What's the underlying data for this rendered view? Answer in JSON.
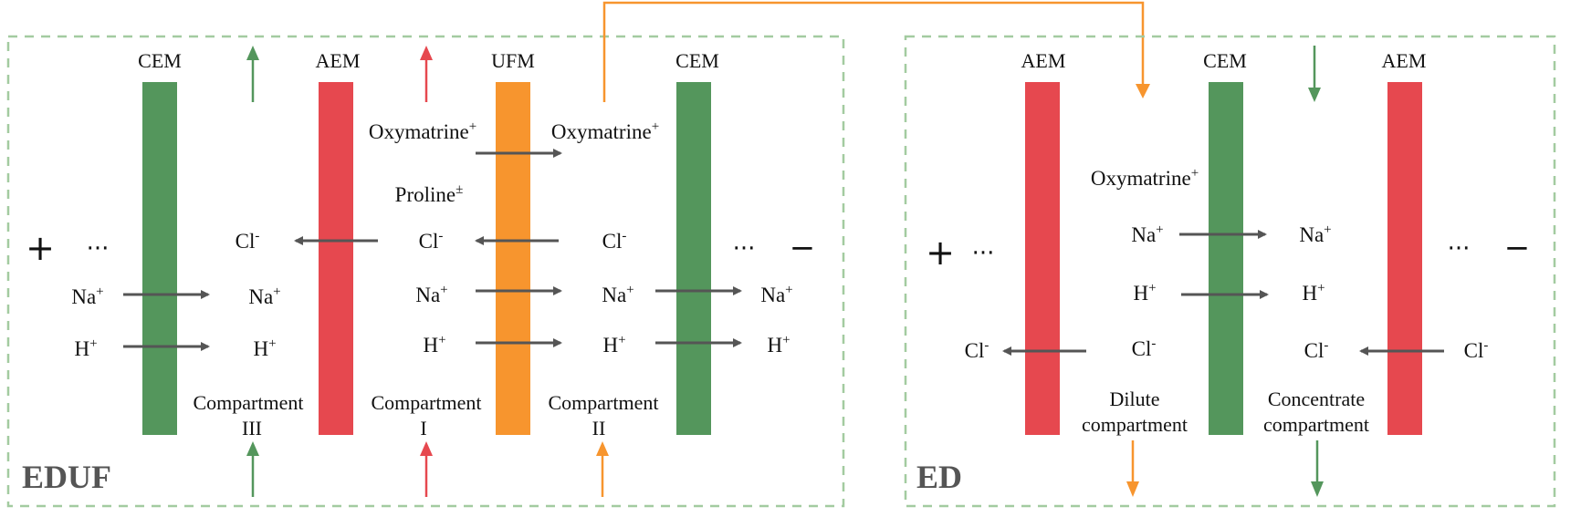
{
  "colors": {
    "cem": "#54965C",
    "aem": "#E6484F",
    "ufm": "#F7952E",
    "border": "#A3CBA0",
    "ion_arrow": "#555555",
    "text": "#111111",
    "title": "#555555"
  },
  "eduf": {
    "title": "EDUF",
    "electrode_left": "+",
    "electrode_right": "−",
    "ellipsis": "···",
    "membranes": [
      {
        "label": "CEM",
        "type": "cem"
      },
      {
        "label": "AEM",
        "type": "aem"
      },
      {
        "label": "UFM",
        "type": "ufm"
      },
      {
        "label": "CEM",
        "type": "cem"
      }
    ],
    "compartments": [
      {
        "line1": "Compartment",
        "line2": "III"
      },
      {
        "line1": "Compartment",
        "line2": "I"
      },
      {
        "line1": "Compartment",
        "line2": "II"
      }
    ],
    "species": {
      "oxymatrine_c1": {
        "base": "Oxymatrine",
        "charge": "+"
      },
      "oxymatrine_c2": {
        "base": "Oxymatrine",
        "charge": "+"
      },
      "proline": {
        "base": "Proline",
        "charge": "±"
      },
      "cl_c3": {
        "base": "Cl",
        "charge": "-"
      },
      "cl_c1": {
        "base": "Cl",
        "charge": "-"
      },
      "cl_c2": {
        "base": "Cl",
        "charge": "-"
      },
      "na_left": {
        "base": "Na",
        "charge": "+"
      },
      "na_c3": {
        "base": "Na",
        "charge": "+"
      },
      "na_c1": {
        "base": "Na",
        "charge": "+"
      },
      "na_c2": {
        "base": "Na",
        "charge": "+"
      },
      "na_right": {
        "base": "Na",
        "charge": "+"
      },
      "h_left": {
        "base": "H",
        "charge": "+"
      },
      "h_c3": {
        "base": "H",
        "charge": "+"
      },
      "h_c1": {
        "base": "H",
        "charge": "+"
      },
      "h_c2": {
        "base": "H",
        "charge": "+"
      },
      "h_right": {
        "base": "H",
        "charge": "+"
      }
    }
  },
  "ed": {
    "title": "ED",
    "electrode_left": "+",
    "electrode_right": "−",
    "ellipsis": "···",
    "membranes": [
      {
        "label": "AEM",
        "type": "aem"
      },
      {
        "label": "CEM",
        "type": "cem"
      },
      {
        "label": "AEM",
        "type": "aem"
      }
    ],
    "compartments": [
      {
        "line1": "Dilute",
        "line2": "compartment"
      },
      {
        "line1": "Concentrate",
        "line2": "compartment"
      }
    ],
    "species": {
      "oxymatrine": {
        "base": "Oxymatrine",
        "charge": "+"
      },
      "na_dilute": {
        "base": "Na",
        "charge": "+"
      },
      "na_conc": {
        "base": "Na",
        "charge": "+"
      },
      "h_dilute": {
        "base": "H",
        "charge": "+"
      },
      "h_conc": {
        "base": "H",
        "charge": "+"
      },
      "cl_left": {
        "base": "Cl",
        "charge": "-"
      },
      "cl_dilute": {
        "base": "Cl",
        "charge": "-"
      },
      "cl_conc": {
        "base": "Cl",
        "charge": "-"
      },
      "cl_right": {
        "base": "Cl",
        "charge": "-"
      }
    }
  }
}
